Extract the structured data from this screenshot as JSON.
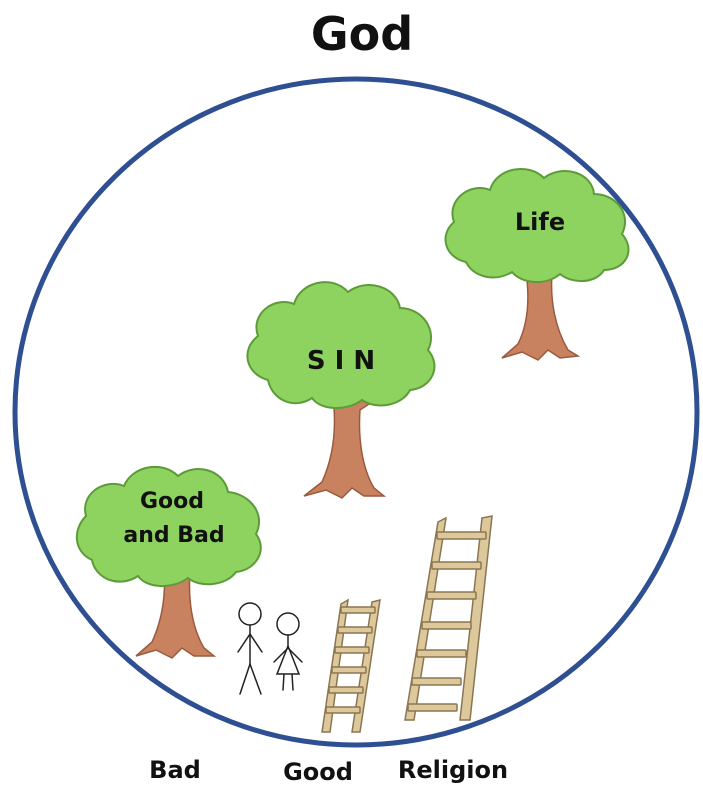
{
  "title": "God",
  "trees": {
    "good_and_bad": {
      "line1": "Good",
      "line2": "and Bad"
    },
    "sin": {
      "label": "S I N"
    },
    "life": {
      "label": "Life"
    }
  },
  "labels": {
    "bad": "Bad",
    "good": "Good",
    "religion": "Religion"
  },
  "colors": {
    "circle": "#2e4f91",
    "foliage": "#8ed35f",
    "foliage_outline": "#5d9b3a",
    "trunk": "#c9825f",
    "trunk_outline": "#9a5a3e",
    "ladder": "#dcc89a",
    "ladder_outline": "#8b7550"
  },
  "icons": {
    "people": "stick-figures-icon",
    "small_ladder": "ladder-icon",
    "tall_ladder": "ladder-icon"
  }
}
